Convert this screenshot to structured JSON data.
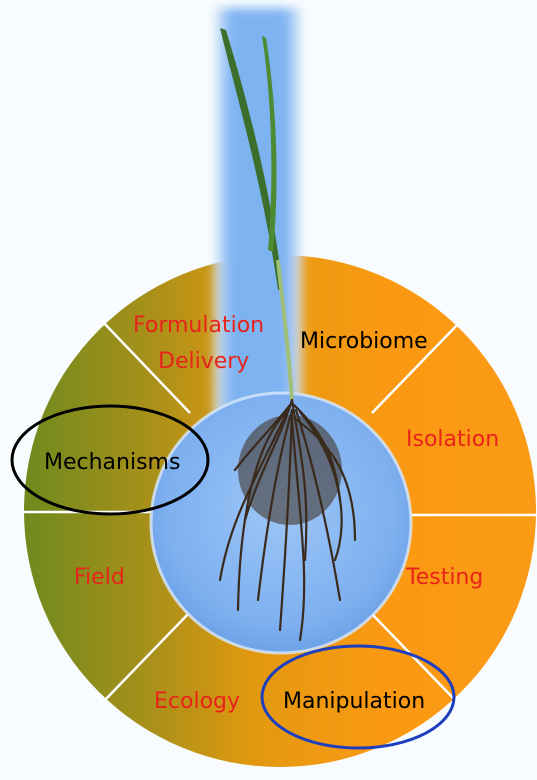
{
  "diagram": {
    "segments": [
      {
        "id": "microbiome",
        "label": "Microbiome",
        "color": "#000000"
      },
      {
        "id": "isolation",
        "label": "Isolation",
        "color": "#e8231a"
      },
      {
        "id": "testing",
        "label": "Testing",
        "color": "#e8231a"
      },
      {
        "id": "manipulation",
        "label": "Manipulation",
        "color": "#000000",
        "highlight": "#1d3fbf"
      },
      {
        "id": "ecology",
        "label": "Ecology",
        "color": "#e8231a"
      },
      {
        "id": "field",
        "label": "Field",
        "color": "#e8231a"
      },
      {
        "id": "mechanisms",
        "label": "Mechanisms",
        "color": "#000000",
        "highlight": "#000000"
      },
      {
        "id": "formulation",
        "label_line1": "Formulation",
        "label_line2": "Delivery",
        "color": "#e8231a"
      }
    ],
    "colors": {
      "orange": "#f99a12",
      "olive": "#7e8f1c",
      "center_blue": "#84b6f2",
      "spoke": "#ffffff"
    },
    "center_image": "wheat-plant-with-roots"
  }
}
